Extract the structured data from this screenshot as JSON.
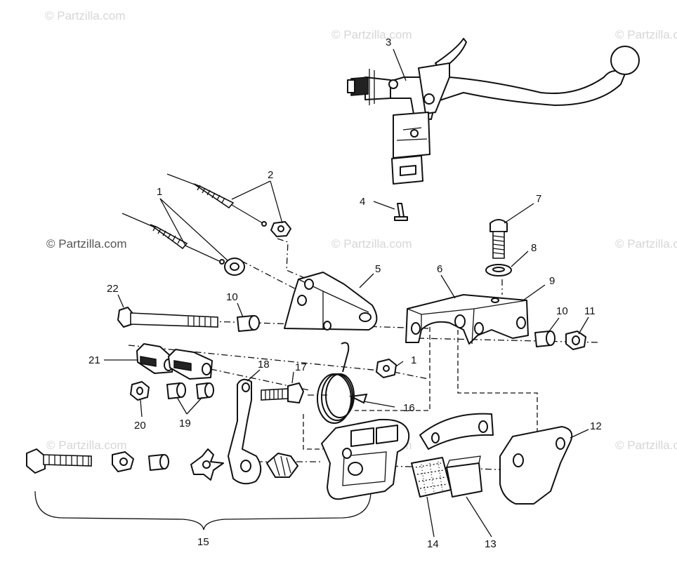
{
  "watermark": "© Partzilla.com",
  "callouts": [
    "1",
    "1",
    "2",
    "3",
    "4",
    "5",
    "6",
    "7",
    "8",
    "9",
    "10",
    "10",
    "11",
    "12",
    "13",
    "14",
    "15",
    "16",
    "17",
    "18",
    "19",
    "20",
    "21",
    "22"
  ]
}
